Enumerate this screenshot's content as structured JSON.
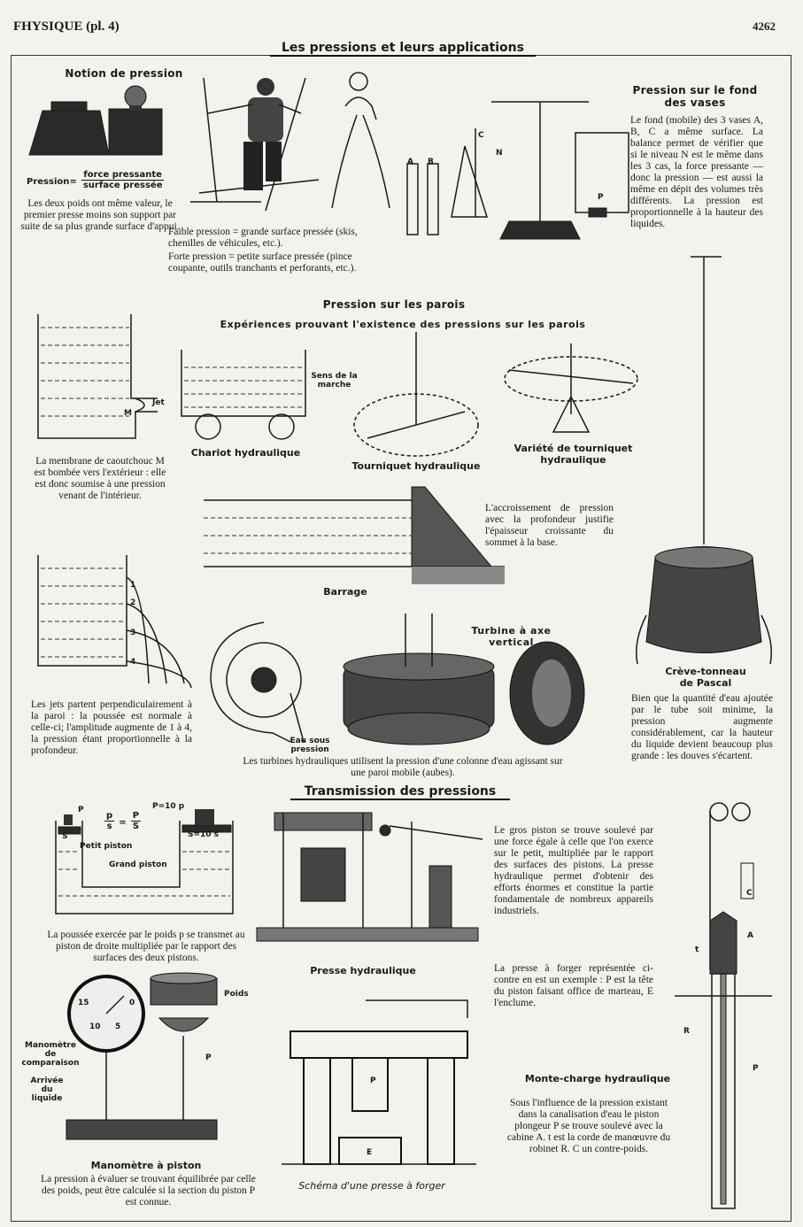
{
  "header": {
    "left": "FHYSIQUE (pl. 4)",
    "right": "4262"
  },
  "main_title": "Les pressions et leurs applications",
  "notion": {
    "title": "Notion de pression",
    "formula_label": "Pression=",
    "numerator": "force pressante",
    "denominator": "surface pressée",
    "text": "Les deux poids ont même valeur, le premier presse moins son support par suite de sa plus grande surface d'appui."
  },
  "ski": {
    "line1": "Faible pression = grande surface pressée (skis, chenilles de véhicules, etc.).",
    "line2": "Forte pression = petite surface pressée (pince coupante, outils tranchants et perforants, etc.)."
  },
  "fond": {
    "title": "Pression sur le fond des vases",
    "text": "Le fond (mobile) des 3 vases A, B, C a même surface. La balance permet de vérifier que si le niveau N est le même dans les 3 cas, la force pressante — donc la pression — est aussi la même en dépit des volumes très différents. La pression est proportionnelle à la hauteur des liquides.",
    "labels": [
      "A",
      "B",
      "C",
      "N",
      "P"
    ]
  },
  "parois": {
    "title": "Pression sur les parois",
    "subtitle": "Expériences prouvant l'existence des pressions sur les parois",
    "jet_label": "Jet",
    "m_label": "M",
    "membrane_text": "La membrane de caoutchouc M est bombée vers l'extérieur : elle est donc soumise à une pression venant de l'intérieur.",
    "chariot": "Chariot hydraulique",
    "sens": "Sens de la marche",
    "tourniquet": "Tourniquet hydraulique",
    "variete": "Variété de tourniquet hydraulique",
    "barrage_text": "L'accroissement de pression avec la profondeur justifie l'épaisseur croissante du sommet à la base.",
    "barrage": "Barrage",
    "jets_text": "Les jets partent perpendiculairement à la paroi : la poussée est normale à celle-ci; l'amplitude augmente de 1 à 4, la pression étant proportionnelle à la profondeur.",
    "jet_numbers": [
      "1",
      "2",
      "3",
      "4"
    ]
  },
  "turbine": {
    "title": "Turbine à axe vertical",
    "eau": "Eau sous pression",
    "text": "Les turbines hydrauliques utilisent la pression d'une colonne d'eau agissant sur une paroi mobile (aubes)."
  },
  "pascal": {
    "title": "Crève-tonneau de Pascal",
    "text": "Bien que la quantité d'eau ajoutée par le tube soit minime, la pression augmente considérablement, car la hauteur du liquide devient beaucoup plus grande : les douves s'écartent."
  },
  "transmission": {
    "title": "Transmission des pressions",
    "p_left": "P",
    "p_right": "P=10 p",
    "formula_num_left": "p",
    "formula_den_left": "s",
    "formula_num_right": "P",
    "formula_den_right": "S",
    "s_left": "S",
    "s_right": "S=10 s",
    "petit": "Petit piston",
    "grand": "Grand piston",
    "text": "La poussée exercée par le poids p se transmet au piston de droite multipliée par le rapport des surfaces des deux pistons."
  },
  "presse": {
    "caption": "Presse hydraulique",
    "text1": "Le gros piston se trouve soulevé par une force égale à celle que l'on exerce sur le petit, multipliée par le rapport des surfaces des pistons. La presse hydraulique permet d'obtenir des efforts énormes et constitue la partie fondamentale de nombreux appareils industriels.",
    "text2": "La presse à forger représentée ci-contre en est un exemple : P est la tête du piston faisant office de marteau, E l'enclume."
  },
  "manometre": {
    "poids": "Poids",
    "comparaison": "Manomètre de comparaison",
    "arrivee": "Arrivée du liquide",
    "p": "P",
    "caption": "Manomètre à piston",
    "text": "La pression à évaluer se trouvant équilibrée par celle des poids, peut être calculée si la section du piston P est connue.",
    "dial": [
      "15",
      "10",
      "5",
      "0"
    ]
  },
  "forger": {
    "caption": "Schéma d'une presse à forger",
    "p": "P",
    "e": "E"
  },
  "monte": {
    "title": "Monte-charge hydraulique",
    "text": "Sous l'influence de la pression existant dans la canalisation d'eau le piston plongeur P se trouve soulevé avec la cabine A. t est la corde de manœuvre du robinet R. C un contre-poids.",
    "labels": [
      "C",
      "A",
      "t",
      "R",
      "P"
    ]
  }
}
